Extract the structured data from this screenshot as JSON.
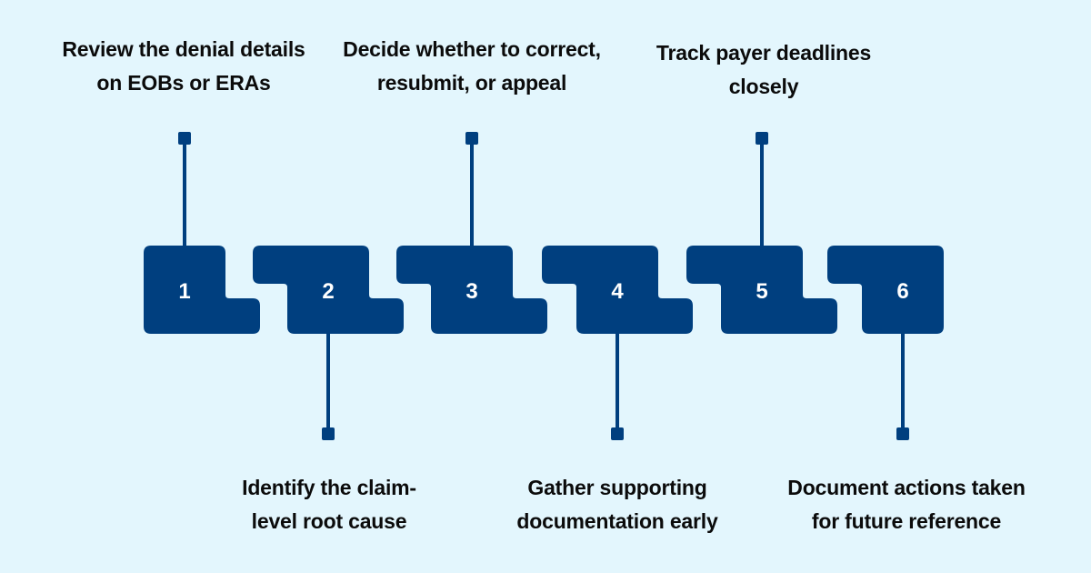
{
  "diagram": {
    "colors": {
      "background": "#e3f6fd",
      "shape": "#003f7f",
      "text": "#0b0b0b",
      "number": "#ffffff"
    },
    "steps": [
      {
        "number": "1",
        "lines": [
          "Review the denial details",
          "on EOBs or ERAs"
        ]
      },
      {
        "number": "2",
        "lines": [
          "Identify the claim-",
          "level root cause"
        ]
      },
      {
        "number": "3",
        "lines": [
          "Decide whether to correct,",
          "resubmit, or appeal"
        ]
      },
      {
        "number": "4",
        "lines": [
          "Gather supporting",
          "documentation early"
        ]
      },
      {
        "number": "5",
        "lines": [
          "Track payer deadlines",
          "closely"
        ]
      },
      {
        "number": "6",
        "lines": [
          "Document actions taken",
          "for future reference"
        ]
      }
    ]
  }
}
